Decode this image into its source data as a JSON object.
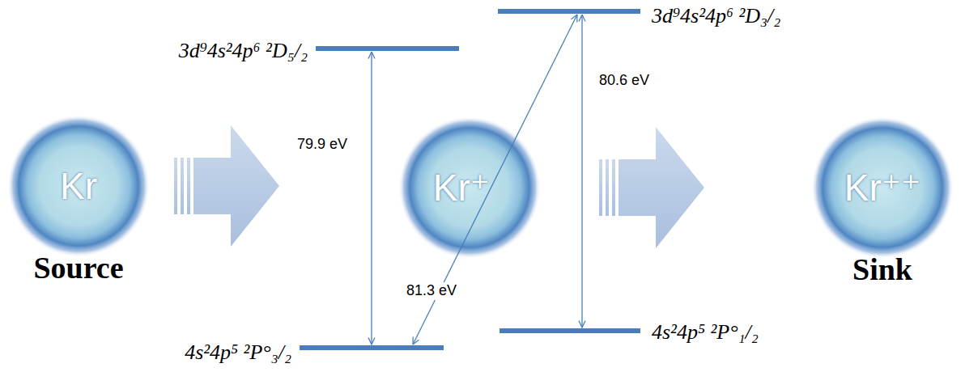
{
  "diagram": {
    "nodes": [
      {
        "text": [
          "Kr",
          "Source"
        ]
      },
      {
        "text": [
          "Kr⁺"
        ]
      },
      {
        "text": [
          "Kr⁺⁺",
          "Sink"
        ]
      },
      {
        "text": [
          "3d⁹4s²4p⁶ ²D₅/₂"
        ]
      },
      {
        "text": [
          "3d⁹4s²4p⁶ ²D₃/₂"
        ]
      },
      {
        "text": [
          "4s²4p⁵ ²P°₃/₂"
        ]
      },
      {
        "text": [
          "4s²4p⁵ ²P°₁/₂"
        ]
      }
    ],
    "edges": [
      {
        "from": 0,
        "to": 1,
        "arrow": "to"
      },
      {
        "from": 1,
        "to": 2,
        "arrow": "to"
      },
      {
        "from": 3,
        "to": 5,
        "label": "79.9 eV",
        "arrow": "both"
      },
      {
        "from": 4,
        "to": 5,
        "label": "81.3 eV",
        "arrow": "both"
      },
      {
        "from": 4,
        "to": 6,
        "label": "80.6 eV",
        "arrow": "both"
      }
    ]
  }
}
